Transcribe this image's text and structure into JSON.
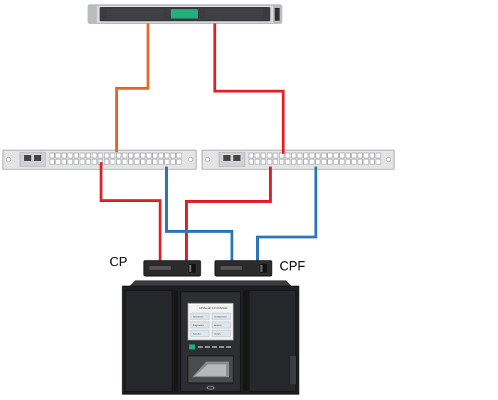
{
  "labels": {
    "cp": "CP",
    "cpf": "CPF"
  },
  "colors": {
    "cable_orange": "#e8692e",
    "cable_red": "#e0242b",
    "cable_blue": "#2f78b7",
    "server_body": "#d9dadd",
    "switch_body": "#e3e4e6",
    "drive_body": "#2b2b2b",
    "library_body": "#1e1f21",
    "server_led": "#22b07a"
  },
  "library_screen": {
    "title": "ORACLE STOREAGE",
    "buttons": [
      "Operations",
      "Configuration",
      "Diagnostics",
      "Reports",
      "Security",
      "Library"
    ]
  }
}
